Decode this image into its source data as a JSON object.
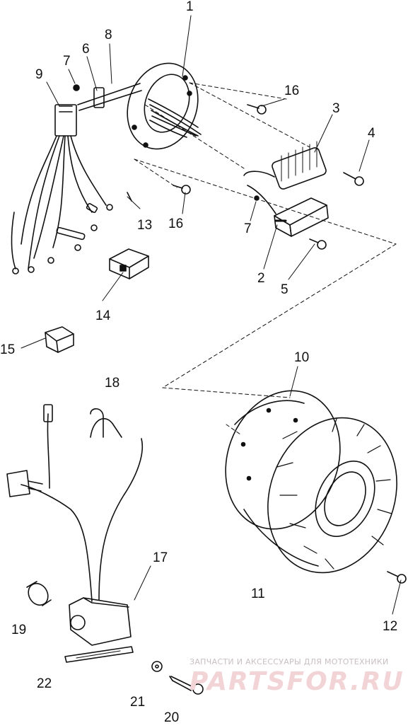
{
  "diagram": {
    "callouts": [
      "1",
      "2",
      "3",
      "4",
      "5",
      "6",
      "7",
      "7",
      "8",
      "9",
      "10",
      "11",
      "12",
      "13",
      "14",
      "15",
      "16",
      "16",
      "17",
      "18",
      "19",
      "20",
      "21",
      "22"
    ]
  },
  "watermark": {
    "tagline": "ЗАПЧАСТИ И АКСЕССУАРЫ ДЛЯ МОТОТЕХНИКИ",
    "logo": "PARTSFOR.RU"
  }
}
